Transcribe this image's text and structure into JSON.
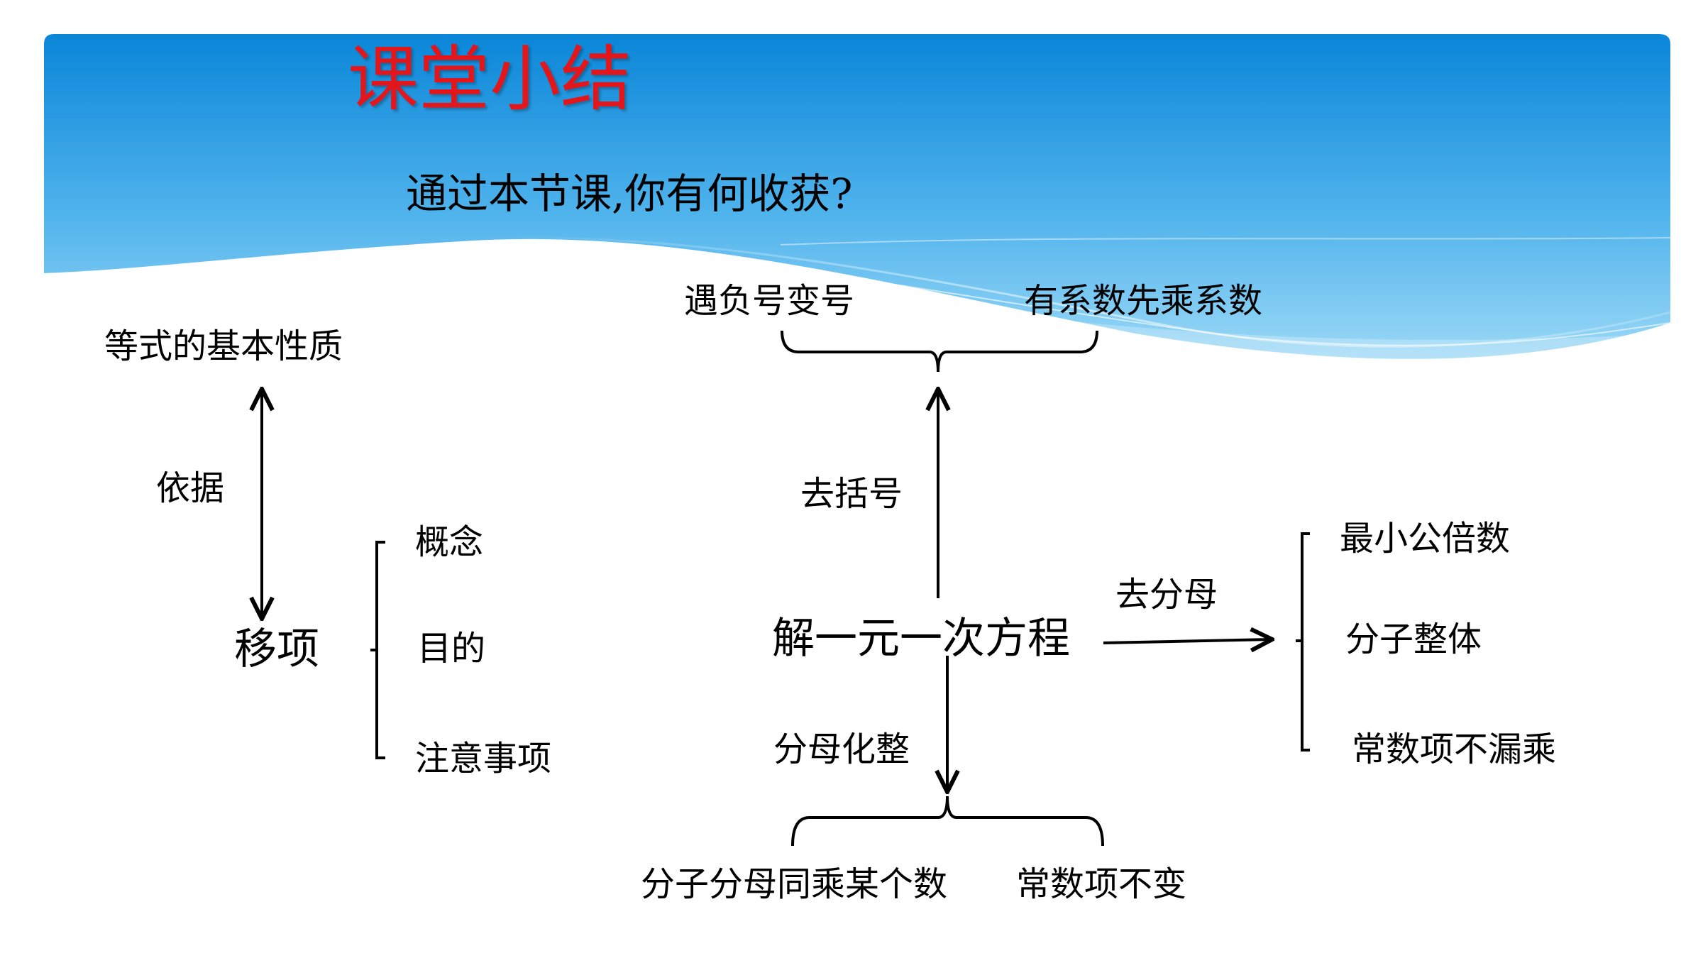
{
  "slide": {
    "title": "课堂小结",
    "subtitle": "通过本节课,你有何收获?",
    "colors": {
      "title": "#e3161b",
      "banner_top": "#0a86d8",
      "banner_bottom": "#9bd8f6",
      "lines": "#000000"
    }
  },
  "diagram": {
    "left_branch": {
      "basis": "等式的基本性质",
      "basis_label": "依据",
      "node": "移项",
      "items": [
        "概念",
        "目的",
        "注意事项"
      ]
    },
    "center": {
      "node": "解一元一次方程",
      "up_label": "去括号",
      "up_items": [
        "遇负号变号",
        "有系数先乘系数"
      ],
      "down_label": "分母化整",
      "down_items": [
        "分子分母同乘某个数",
        "常数项不变"
      ],
      "right_label": "去分母",
      "right_items": [
        "最小公倍数",
        "分子整体",
        "常数项不漏乘"
      ]
    }
  }
}
